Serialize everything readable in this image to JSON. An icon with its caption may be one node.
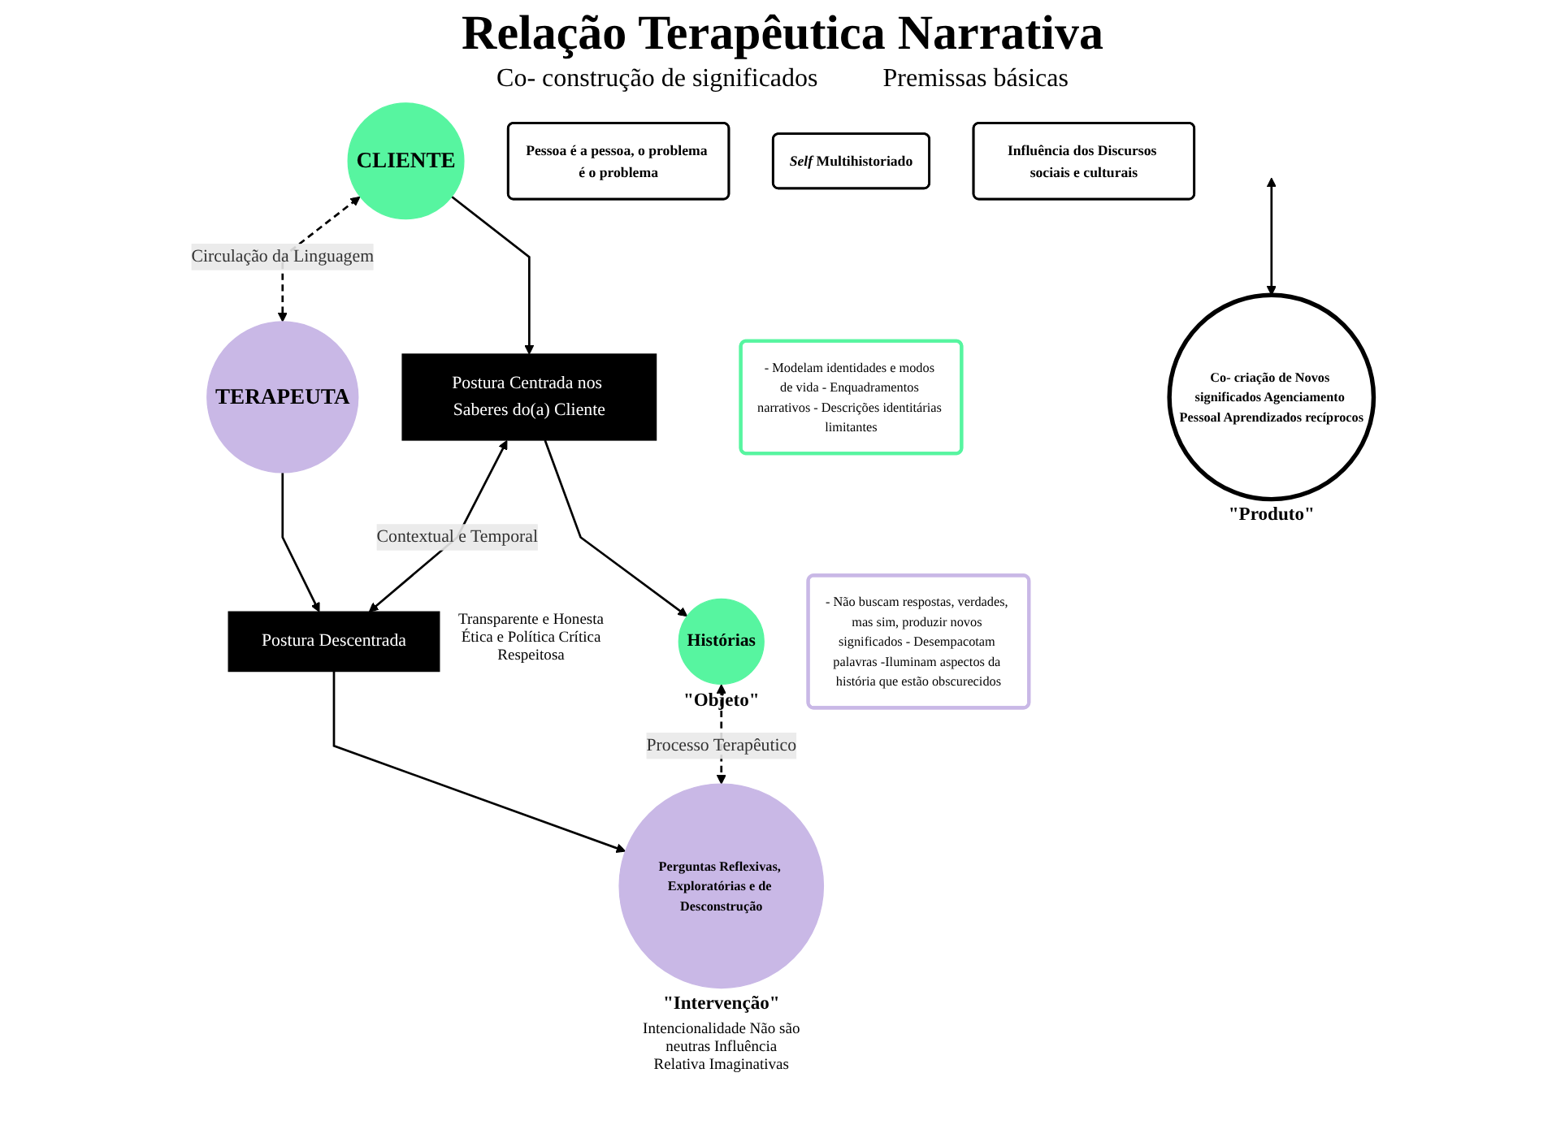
{
  "diagram": {
    "title": "Relação Terapêutica Narrativa",
    "nodes": [
      {
        "text": [
          "CLIENTE"
        ]
      },
      {
        "text": [
          "TERAPEUTA"
        ]
      },
      {
        "text": [
          "Pessoa é a pessoa, o problema é o problema"
        ]
      },
      {
        "text": [
          "*Self* Multihistoriado"
        ]
      },
      {
        "text": [
          "Influência dos Discursos sociais e culturais"
        ]
      },
      {
        "text": [
          "Postura Centrada nos Saberes do(a) Cliente"
        ]
      },
      {
        "text": [
          "Postura Descentrada"
        ],
        "beside": [
          "Transparente e Honesta Ética e Política Crítica Respeitosa"
        ]
      },
      {
        "text": [
          "Histórias"
        ],
        "beside": [
          "\"Objeto\""
        ]
      },
      {
        "text": [
          "Perguntas Reflexivas, Exploratórias e de Desconstrução"
        ],
        "beside": [
          "\"Intervenção\"",
          "Intencionalidade Não são neutras Influência Relativa Imaginativas"
        ]
      },
      {
        "text": [
          "- Modelam identidades e modos de vida - Enquadramentos narrativos - Descrições identitárias limitantes"
        ]
      },
      {
        "text": [
          "- Não buscam respostas, verdades, mas sim, produzir novos significados - Desempacotam palavras -Iluminam aspectos da história que estão obscurecidos"
        ]
      },
      {
        "text": [
          "Co- criação de Novos significados Agenciamento Pessoal Aprendizados recíprocos"
        ],
        "beside": [
          "\"Produto\""
        ]
      }
    ],
    "edges": [
      {
        "from": 0,
        "to": 1,
        "arrow": "both",
        "style": "dashed",
        "label": "Circulação da Linguagem"
      },
      {
        "from": 0,
        "to": 5,
        "arrow": "to"
      },
      {
        "from": 1,
        "to": 6,
        "arrow": "to"
      },
      {
        "from": 5,
        "to": 6,
        "arrow": "both",
        "label": "Contextual e Temporal"
      },
      {
        "from": 5,
        "to": 7,
        "arrow": "to"
      },
      {
        "from": 6,
        "to": 8,
        "arrow": "to"
      },
      {
        "from": 7,
        "to": 8,
        "arrow": "both",
        "style": "dashed",
        "label": "Processo Terapêutico"
      },
      {
        "from": null,
        "to": 11,
        "arrow": "both"
      }
    ],
    "labels": [
      "Co- construção de significados",
      "Premissas básicas"
    ]
  }
}
